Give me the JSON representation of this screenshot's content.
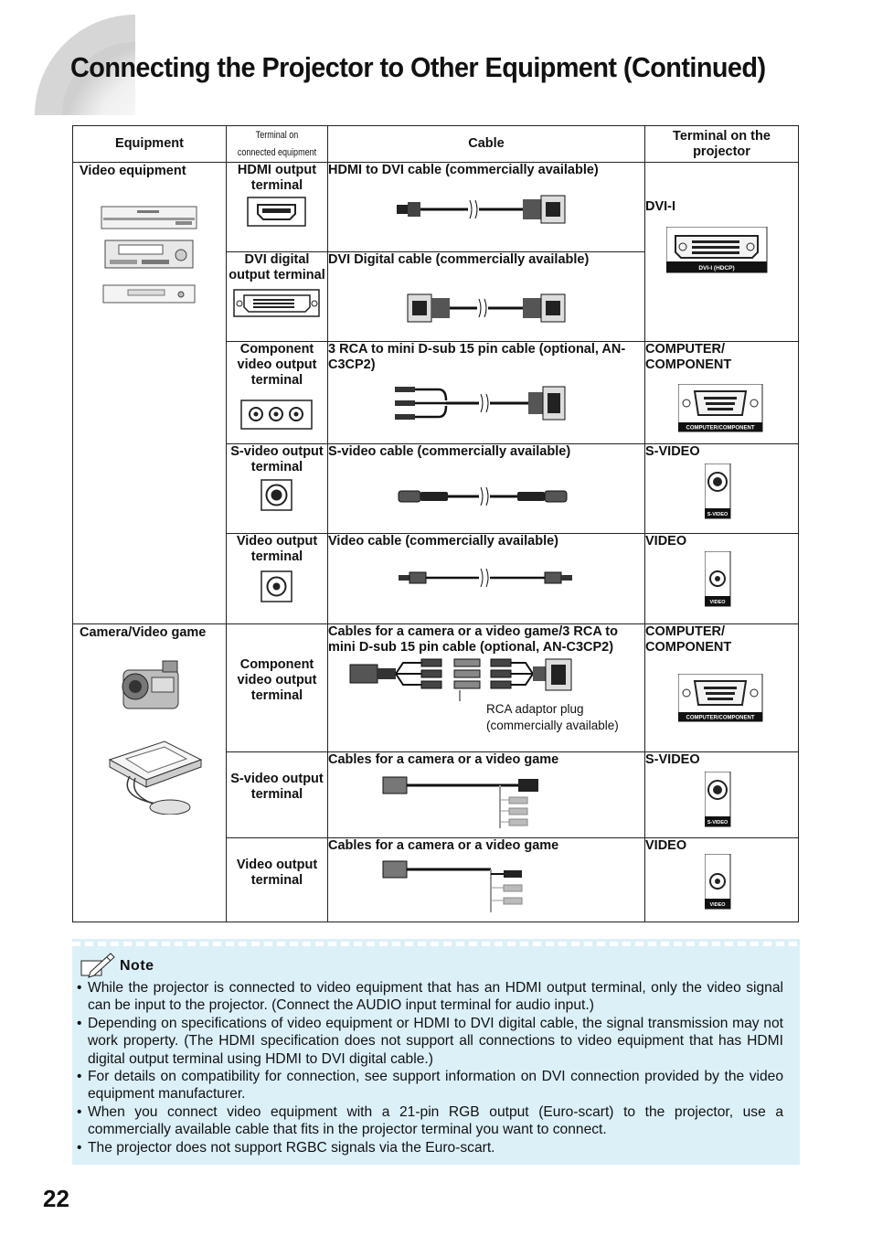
{
  "page": {
    "title": "Connecting the Projector to Other Equipment (Continued)",
    "number": "22"
  },
  "table": {
    "headers": {
      "equipment": "Equipment",
      "terminal_connected": "Terminal on connected equipment",
      "cable": "Cable",
      "terminal_projector": "Terminal on the projector"
    },
    "groups": {
      "video": "Video equipment",
      "camera": "Camera/Video game"
    },
    "rows": [
      {
        "terminal": "HDMI output terminal",
        "cable": "HDMI to DVI cable (commercially available)",
        "projector": "DVI-I"
      },
      {
        "terminal": "DVI digital output terminal",
        "cable": "DVI Digital cable (commercially available)"
      },
      {
        "terminal": "Component video output terminal",
        "cable": "3 RCA to mini D-sub 15 pin cable (optional, AN-C3CP2)",
        "projector": "COMPUTER/ COMPONENT"
      },
      {
        "terminal": "S-video output terminal",
        "cable": "S-video cable (commercially available)",
        "projector": "S-VIDEO"
      },
      {
        "terminal": "Video output terminal",
        "cable": "Video cable (commercially available)",
        "projector": "VIDEO"
      },
      {
        "terminal": "Component video output terminal",
        "cable": "Cables for a camera or a video game/3 RCA to mini D-sub 15 pin cable (optional, AN-C3CP2)",
        "projector": "COMPUTER/ COMPONENT"
      },
      {
        "terminal": "S-video output terminal",
        "cable": "Cables for a camera or a video game",
        "projector": "S-VIDEO"
      },
      {
        "terminal": "Video output terminal",
        "cable": "Cables for a camera or a video game",
        "projector": "VIDEO"
      }
    ],
    "rca_adaptor_note": "RCA adaptor plug (commercially available)",
    "port_labels": {
      "dvi": "DVI-I (HDCP)",
      "computer": "COMPUTER/COMPONENT",
      "svideo": "S-VIDEO",
      "video": "VIDEO"
    }
  },
  "note": {
    "heading": "Note",
    "items": [
      "While the projector is connected to video equipment that has an HDMI output terminal, only the video signal can be input to the projector. (Connect the AUDIO input terminal for audio input.)",
      "Depending on specifications of video equipment or HDMI to DVI digital cable, the signal transmission may not work property. (The HDMI specification does not support all connections to video equipment that has HDMI digital output terminal using HDMI to DVI digital cable.)",
      "For details on compatibility for connection, see support information on DVI connection provided by the video equipment manufacturer.",
      "When you connect video equipment with a 21-pin RGB output (Euro-scart) to the projector, use a commercially available cable that fits in the projector terminal you want to connect.",
      "The projector does not support RGBC signals via the Euro-scart."
    ]
  },
  "colors": {
    "note_bg": "#dcf0f8",
    "decor_gray": "#d9d9d9"
  }
}
